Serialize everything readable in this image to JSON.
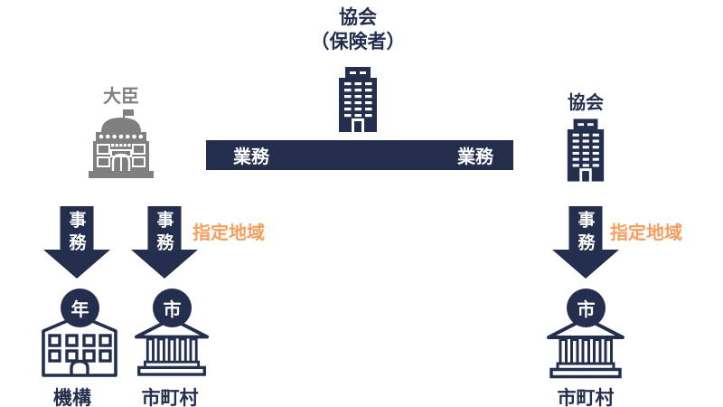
{
  "palette": {
    "navy": "#242e4d",
    "gray": "#7f7f7f",
    "orange": "#f79e5e",
    "white": "#ffffff",
    "background": "#ffffff"
  },
  "top": {
    "title_line1": "協会",
    "title_line2": "（保険者）"
  },
  "minister": {
    "label": "大臣"
  },
  "association_right": {
    "label": "協会"
  },
  "bar": {
    "left_label": "業務",
    "right_label": "業務"
  },
  "arrows": {
    "left1": "事務",
    "left2": "事務",
    "right": "事務"
  },
  "designated_area": {
    "left": "指定地域",
    "right": "指定地域"
  },
  "bottom_left": {
    "badge": "年",
    "label": "機構"
  },
  "bottom_mid": {
    "badge": "市",
    "label": "市町村"
  },
  "bottom_right": {
    "badge": "市",
    "label": "市町村"
  }
}
